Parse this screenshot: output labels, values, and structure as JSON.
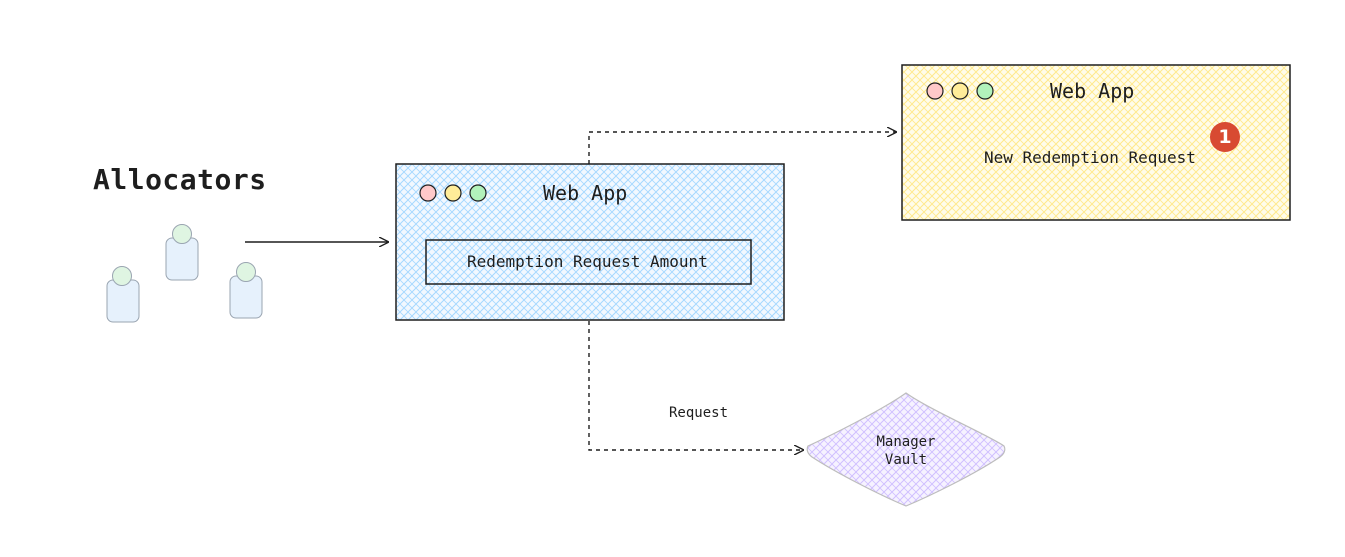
{
  "actors": {
    "title": "Allocators"
  },
  "web_app_main": {
    "title": "Web App",
    "field_label": "Redemption Request Amount"
  },
  "web_app_notify": {
    "title": "Web App",
    "message": "New Redemption Request",
    "badge_count": "1"
  },
  "edges": {
    "request_label": "Request"
  },
  "vault": {
    "line1": "Manager",
    "line2": "Vault"
  },
  "colors": {
    "main_window_fill": "#a5d8ff",
    "notify_window_fill": "#fff3a0",
    "vault_fill": "#d0bfff",
    "person_body": "#a5d8ff",
    "person_head": "#b2f2bb",
    "dot_red": "#ffc9c9",
    "dot_yellow": "#ffec99",
    "dot_green": "#b2f2bb",
    "badge": "#d84a32"
  }
}
